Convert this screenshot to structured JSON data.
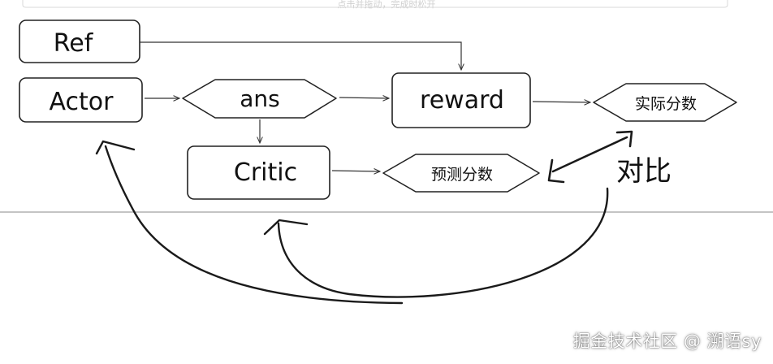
{
  "hint_text": "点击并拖动，完成时松开",
  "nodes": {
    "ref": "Ref",
    "actor": "Actor",
    "ans": "ans",
    "reward": "reward",
    "actual_score": "实际分数",
    "critic": "Critic",
    "predicted_score": "预测分数",
    "compare": "对比"
  },
  "watermark": "掘金技术社区 @ 溯语sy"
}
